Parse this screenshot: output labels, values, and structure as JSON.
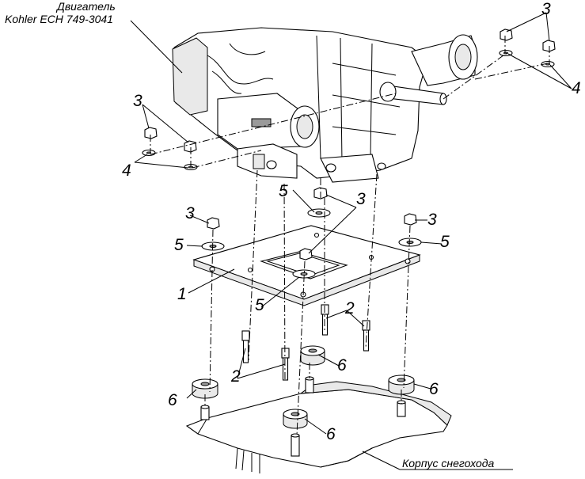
{
  "captions": {
    "engine_line1": "Двигатель",
    "engine_line2": "Kohler ECH 749-3041",
    "housing": "Корпус снегохода"
  },
  "callouts": {
    "c1": "3",
    "c2": "4",
    "c3": "3",
    "c4": "4",
    "c5": "5",
    "c6": "3",
    "c7": "3",
    "c8": "3",
    "c9": "5",
    "c10": "5",
    "c11": "1",
    "c12": "5",
    "c13": "2",
    "c14": "2",
    "c15": "6",
    "c16": "6",
    "c17": "6",
    "c18": "6"
  }
}
